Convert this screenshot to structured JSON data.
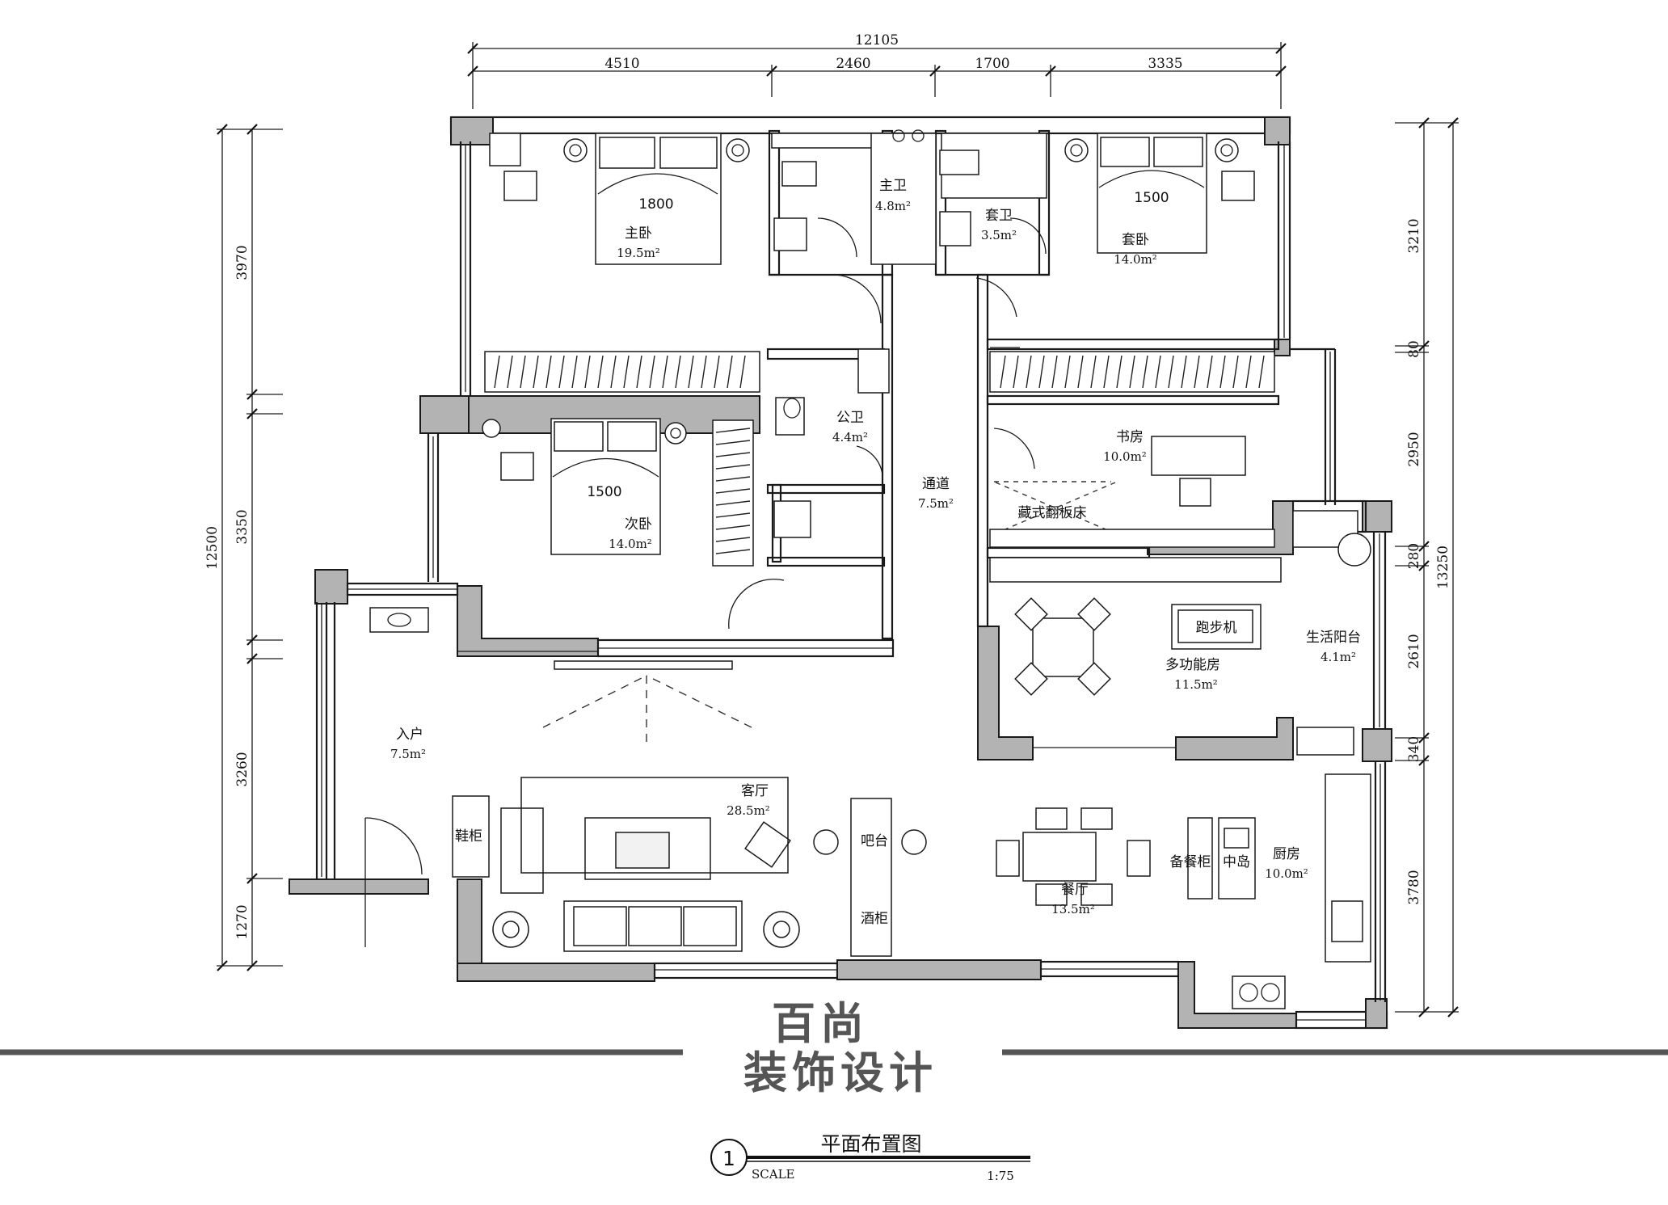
{
  "dimensions": {
    "top_total": "12105",
    "top_segments": [
      "4510",
      "2460",
      "1700",
      "3335"
    ],
    "left_total": "12500",
    "left_segments": [
      "3970",
      "3350",
      "3260",
      "1270"
    ],
    "right_total": "13250",
    "right_segments": [
      "3210",
      "80",
      "2950",
      "280",
      "2610",
      "340",
      "3780"
    ]
  },
  "rooms": {
    "master_bed": {
      "name": "主卧",
      "area": "19.5m²",
      "bed": "1800"
    },
    "master_bath": {
      "name": "主卫",
      "area": "4.8m²"
    },
    "suite_bath": {
      "name": "套卫",
      "area": "3.5m²"
    },
    "suite_bed": {
      "name": "套卧",
      "area": "14.0m²",
      "bed": "1500"
    },
    "public_bath": {
      "name": "公卫",
      "area": "4.4m²"
    },
    "second_bed": {
      "name": "次卧",
      "area": "14.0m²",
      "bed": "1500"
    },
    "corridor": {
      "name": "通道",
      "area": "7.5m²"
    },
    "study": {
      "name": "书房",
      "area": "10.0m²"
    },
    "hidden_bed": {
      "name": "藏式翻板床"
    },
    "multi": {
      "name": "多功能房",
      "area": "11.5m²",
      "treadmill": "跑步机"
    },
    "balcony": {
      "name": "生活阳台",
      "area": "4.1m²"
    },
    "entry": {
      "name": "入户",
      "area": "7.5m²"
    },
    "living": {
      "name": "客厅",
      "area": "28.5m²"
    },
    "shoe_cab": {
      "name": "鞋柜"
    },
    "bar": {
      "name": "吧台"
    },
    "wine_cab": {
      "name": "酒柜"
    },
    "dining": {
      "name": "餐厅",
      "area": "13.5m²"
    },
    "pantry": {
      "name": "备餐柜"
    },
    "island": {
      "name": "中岛"
    },
    "kitchen": {
      "name": "厨房",
      "area": "10.0m²"
    }
  },
  "brand": {
    "line1": "百尚",
    "line2": "装饰设计"
  },
  "title_block": {
    "number": "1",
    "title": "平面布置图",
    "scale_label": "SCALE",
    "scale": "1:75"
  }
}
